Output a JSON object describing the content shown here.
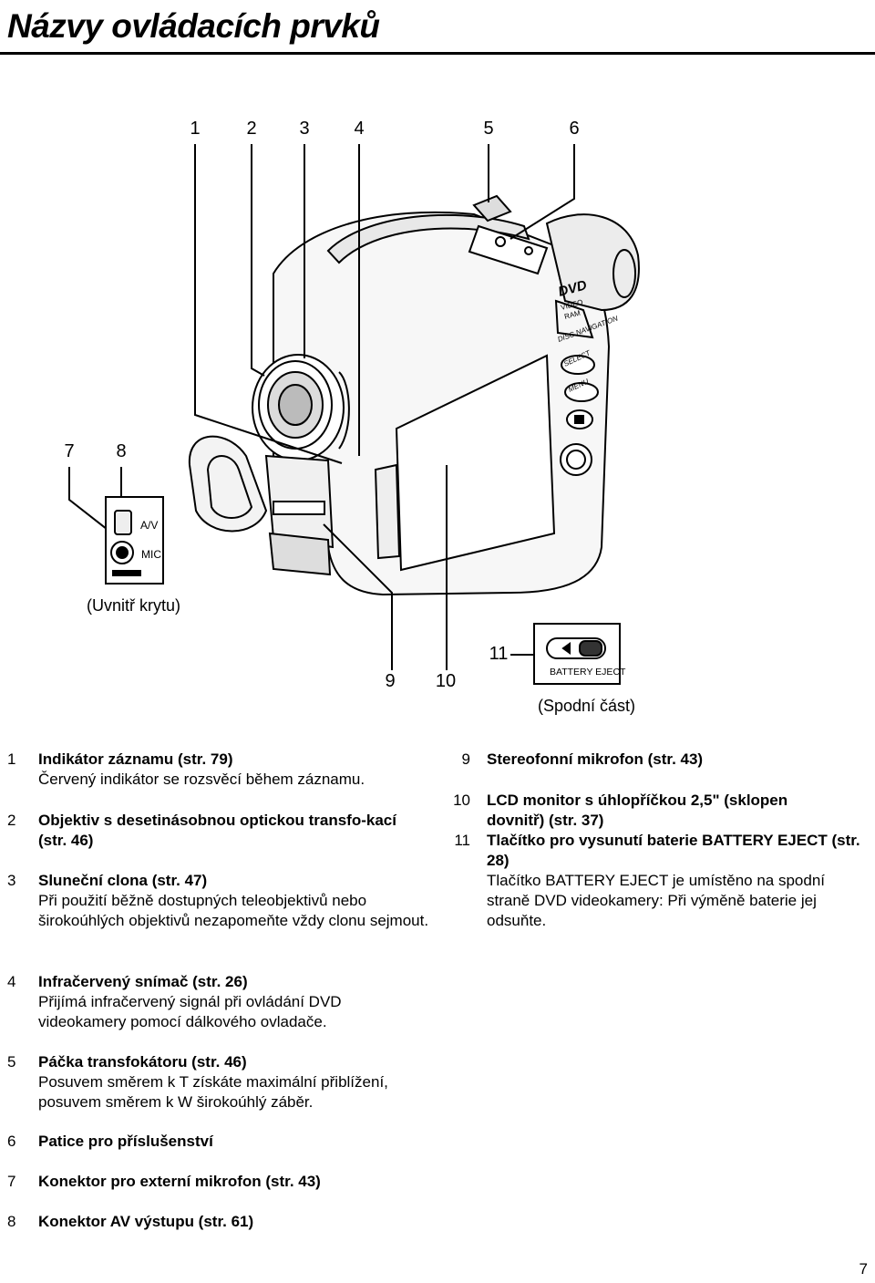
{
  "title": "Názvy ovládacích prvků",
  "callouts": [
    "1",
    "2",
    "3",
    "4",
    "5",
    "6",
    "7",
    "8",
    "9",
    "10",
    "11"
  ],
  "captions": {
    "inside_cover": "(Uvnitř krytu)",
    "bottom": "(Spodní část)"
  },
  "diagram_labels": {
    "av": "A/V",
    "mic": "MIC",
    "battery_eject": "BATTERY EJECT",
    "dvd": "DVD",
    "video": "VIDEO",
    "ram": "RAM",
    "disc_navigation": "DISC NAVIGATION",
    "select": "SELECT",
    "menu": "MENU"
  },
  "items_left": [
    {
      "num": "1",
      "head": "Indikátor záznamu (str. 79)",
      "desc": "Červený indikátor se rozsvěcí během záznamu."
    },
    {
      "num": "2",
      "head": "Objektiv s desetinásobnou optickou transfo-kací (str. 46)",
      "desc": ""
    },
    {
      "num": "3",
      "head": "Sluneční clona (str. 47)",
      "desc": "Při použití běžně dostupných teleobjektivů nebo širokoúhlých objektivů nezapomeňte vždy clonu sejmout."
    },
    {
      "num": "4",
      "head": "Infračervený snímač (str. 26)",
      "desc": "Přijímá infračervený signál při ovládání DVD videokamery pomocí dálkového ovladače."
    },
    {
      "num": "5",
      "head": "Páčka transfokátoru (str. 46)",
      "desc": "Posuvem směrem k T získáte maximální přiblížení, posuvem směrem k W širokoúhlý záběr."
    },
    {
      "num": "6",
      "head": "Patice pro příslušenství",
      "desc": ""
    },
    {
      "num": "7",
      "head": "Konektor pro externí mikrofon (str. 43)",
      "desc": ""
    },
    {
      "num": "8",
      "head": "Konektor AV výstupu (str. 61)",
      "desc": ""
    }
  ],
  "items_right": [
    {
      "num": "9",
      "head": "Stereofonní mikrofon (str. 43)",
      "desc": ""
    },
    {
      "num": "10",
      "head": "LCD monitor s úhlopříčkou 2,5\" (sklopen dovnitř) (str. 37)",
      "desc": ""
    },
    {
      "num": "11",
      "head": "Tlačítko pro vysunutí baterie BATTERY EJECT (str. 28)",
      "desc": "Tlačítko BATTERY EJECT je umístěno na spodní straně DVD videokamery: Při výměně baterie jej odsuňte."
    }
  ],
  "page_number": "7"
}
